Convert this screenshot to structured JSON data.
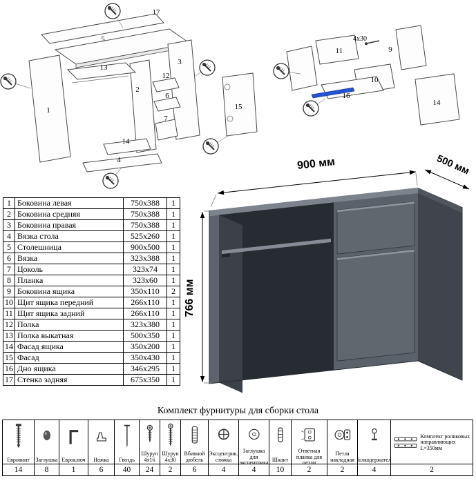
{
  "header": {
    "hardware_title": "Комплект фурнитуры для сборки стола"
  },
  "dimensions": {
    "width_label": "900 мм",
    "depth_label": "500 мм",
    "height_label": "766 мм"
  },
  "diagram_left": {
    "labels": [
      "17",
      "5",
      "3",
      "13",
      "2",
      "1",
      "15",
      "12",
      "6",
      "7",
      "14",
      "4"
    ]
  },
  "diagram_right": {
    "labels": [
      "11",
      "9",
      "10",
      "16",
      "14"
    ],
    "screw_note": "4x30"
  },
  "parts_table": {
    "rows": [
      {
        "num": "1",
        "name": "Боковина левая",
        "size": "750x388",
        "qty": "1"
      },
      {
        "num": "2",
        "name": "Боковина средняя",
        "size": "750x388",
        "qty": "1"
      },
      {
        "num": "3",
        "name": "Боковина правая",
        "size": "750x388",
        "qty": "1"
      },
      {
        "num": "4",
        "name": "Вязка стола",
        "size": "525x260",
        "qty": "1"
      },
      {
        "num": "5",
        "name": "Столешница",
        "size": "900x500",
        "qty": "1"
      },
      {
        "num": "6",
        "name": "Вязка",
        "size": "323x388",
        "qty": "1"
      },
      {
        "num": "7",
        "name": "Цоколь",
        "size": "323x74",
        "qty": "1"
      },
      {
        "num": "8",
        "name": "Планка",
        "size": "323x60",
        "qty": "1"
      },
      {
        "num": "9",
        "name": "Боковина ящика",
        "size": "350x110",
        "qty": "2"
      },
      {
        "num": "10",
        "name": "Щит ящика передний",
        "size": "266x110",
        "qty": "1"
      },
      {
        "num": "11",
        "name": "Щит ящика задний",
        "size": "266x110",
        "qty": "1"
      },
      {
        "num": "12",
        "name": "Полка",
        "size": "323x380",
        "qty": "1"
      },
      {
        "num": "13",
        "name": "Полка выкатная",
        "size": "500x350",
        "qty": "1"
      },
      {
        "num": "14",
        "name": "Фасад ящика",
        "size": "350x200",
        "qty": "1"
      },
      {
        "num": "15",
        "name": "Фасад",
        "size": "350x430",
        "qty": "1"
      },
      {
        "num": "16",
        "name": "Дно ящика",
        "size": "346x295",
        "qty": "1"
      },
      {
        "num": "17",
        "name": "Стенка задняя",
        "size": "675x350",
        "qty": "1"
      }
    ]
  },
  "hardware": {
    "items": [
      {
        "icon": "euroscrew-icon",
        "name": "Евровинт",
        "qty": "14"
      },
      {
        "icon": "cap-icon",
        "name": "Заглушка",
        "qty": "8"
      },
      {
        "icon": "hexkey-icon",
        "name": "Евроключ",
        "qty": "1"
      },
      {
        "icon": "leg-icon",
        "name": "Ножка",
        "qty": "6"
      },
      {
        "icon": "nail-icon",
        "name": "Гвоздь",
        "qty": "40"
      },
      {
        "icon": "screw-16-icon",
        "name": "Шуруп 4x16",
        "qty": "24"
      },
      {
        "icon": "screw-30-icon",
        "name": "Шуруп 4x30",
        "qty": "2"
      },
      {
        "icon": "dowel-icon",
        "name": "Вбивной дюбель",
        "qty": "6"
      },
      {
        "icon": "cam-icon",
        "name": "Эксцентрик. стяжка",
        "qty": "4"
      },
      {
        "icon": "cam-cap-icon",
        "name": "Заглушка для эксцентрика",
        "qty": "4"
      },
      {
        "icon": "shkant-icon",
        "name": "Шкант",
        "qty": "10"
      },
      {
        "icon": "hinge-plate-icon",
        "name": "Ответная планка для петли",
        "qty": "2"
      },
      {
        "icon": "hinge-icon",
        "name": "Петля накладная",
        "qty": "2"
      },
      {
        "icon": "shelf-pin-icon",
        "name": "Полкодержатель",
        "qty": "4"
      },
      {
        "icon": "rail-kit-icon",
        "name": "Комплект роликовых направляющих L=350мм",
        "qty": "2"
      }
    ]
  }
}
